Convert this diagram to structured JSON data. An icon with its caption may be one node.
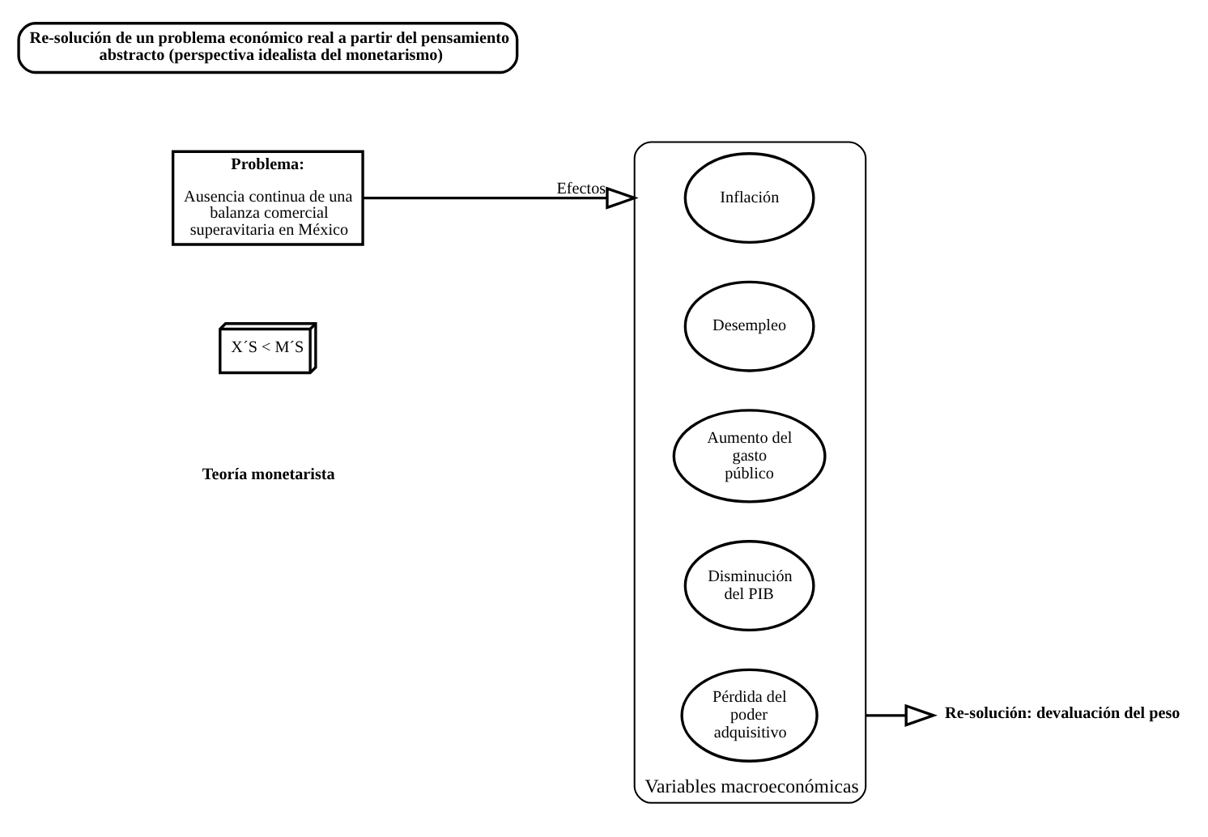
{
  "diagram": {
    "nodes": [
      {
        "text": [
          "Re-solución de un problema económico real a partir del pensamiento abstracto (perspectiva idealista del monetarismo)"
        ]
      },
      {
        "text": [
          "Problema:",
          "Ausencia continua de una balanza comercial superavitaria en México"
        ]
      },
      {
        "text": [
          "X´S < M´S"
        ]
      },
      {
        "text": [
          "Variables macroeconómicas"
        ]
      },
      {
        "text": [
          "Inflación"
        ],
        "in": 3
      },
      {
        "text": [
          "Desempleo"
        ],
        "in": 3
      },
      {
        "text": [
          "Aumento del gasto público"
        ],
        "in": 3
      },
      {
        "text": [
          "Disminución del PIB"
        ],
        "in": 3
      },
      {
        "text": [
          "Pérdida del poder adquisitivo"
        ],
        "in": 3
      },
      {
        "text": [
          "Re-solución: devaluación del peso"
        ]
      }
    ],
    "edges": [
      {
        "from": 1,
        "to": 3,
        "arrow": "to",
        "label": "Efectos"
      },
      {
        "from": 3,
        "to": 9,
        "arrow": "to"
      }
    ],
    "labels": [
      "Teoría monetarista"
    ]
  }
}
